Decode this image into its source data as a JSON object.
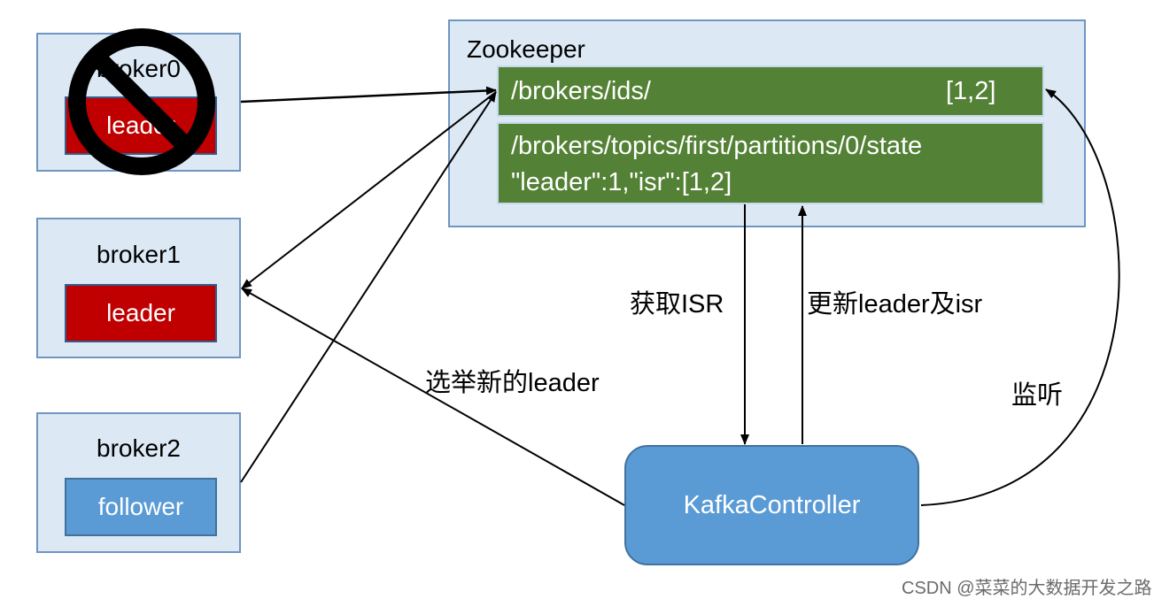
{
  "brokers": [
    {
      "title": "broker0",
      "role": "leader",
      "status": "down"
    },
    {
      "title": "broker1",
      "role": "leader"
    },
    {
      "title": "broker2",
      "role": "follower"
    }
  ],
  "zookeeper": {
    "title": "Zookeeper",
    "ids_path": "/brokers/ids/",
    "ids_value": "[1,2]",
    "state_path": "/brokers/topics/first/partitions/0/state",
    "state_value": "\"leader\":1,\"isr\":[1,2]"
  },
  "controller": {
    "label": "KafkaController"
  },
  "labels": {
    "get_isr": "获取ISR",
    "update_leader_isr": "更新leader及isr",
    "elect_leader": "选举新的leader",
    "listen": "监听"
  },
  "watermark": {
    "text": "CSDN @菜菜的大数据开发之路"
  },
  "colors": {
    "box_fill": "#dce9f5",
    "leader": "#c00000",
    "follower": "#5a9bd5",
    "zk_node": "#538135",
    "controller": "#5b9bd5"
  }
}
